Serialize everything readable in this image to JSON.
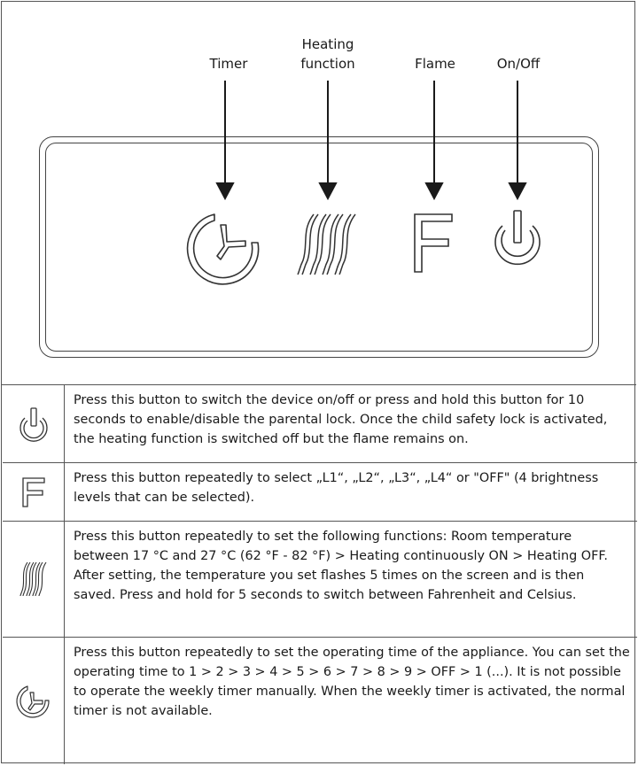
{
  "labels": {
    "timer": "Timer",
    "heating_line1": "Heating",
    "heating_line2": "function",
    "flame": "Flame",
    "onoff": "On/Off"
  },
  "panel_buttons": [
    {
      "name": "timer",
      "icon": "timer-icon"
    },
    {
      "name": "heating",
      "icon": "heating-waves-icon"
    },
    {
      "name": "flame",
      "icon": "flame-f-icon"
    },
    {
      "name": "onoff",
      "icon": "power-icon"
    }
  ],
  "rows": [
    {
      "icon": "power-icon",
      "text": "Press this button to switch the device on/off or press and hold this button for 10 seconds to enable/disable the parental lock. Once the child safety lock is activated, the heating function is switched off but the flame remains on."
    },
    {
      "icon": "flame-f-icon",
      "text": "Press this button repeatedly to select „L1“, „L2“, „L3“, „L4“ or \"OFF\" (4 brightness levels that can be selected)."
    },
    {
      "icon": "heating-waves-icon",
      "text": "Press this button repeatedly to set the following functions: Room temperature between 17 °C and 27 °C (62 °F - 82 °F) > Heating continuously ON > Heating OFF. After setting, the temperature you set flashes 5 times on the screen and is then saved. Press and hold for 5 seconds to switch between Fahrenheit and Celsius."
    },
    {
      "icon": "timer-icon",
      "text": "Press this button repeatedly to set the operating time of the appliance. You can set the operating time to 1 > 2 > 3 > 4 > 5 > 6 > 7 > 8 > 9 > OFF > 1 (...). It is not possible to operate the weekly timer manually. When the weekly timer is activated, the normal timer is not available."
    }
  ],
  "colors": {
    "line": "#444444",
    "text": "#1a1a1a",
    "background": "#ffffff"
  }
}
